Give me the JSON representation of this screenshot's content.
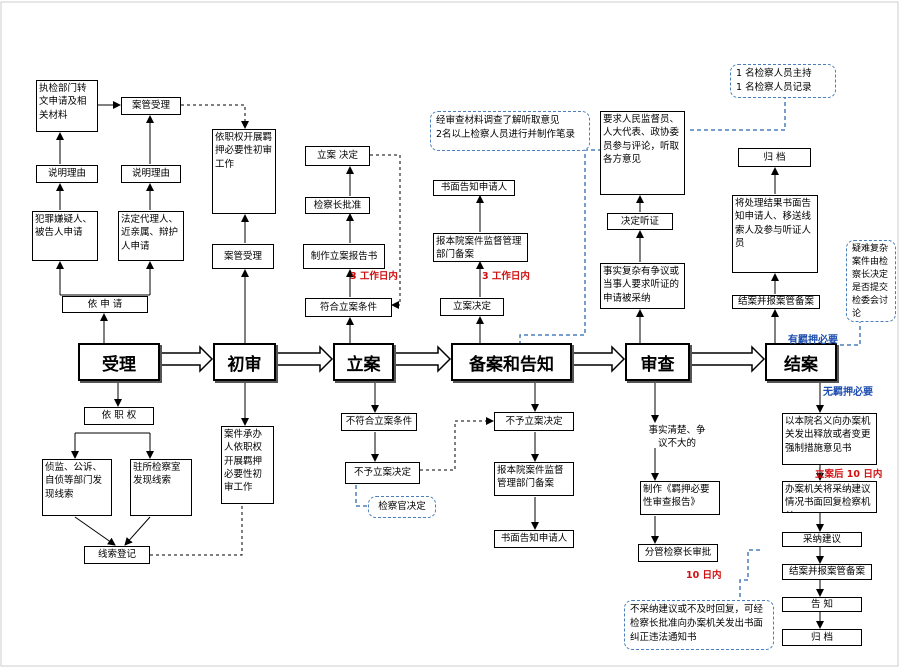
{
  "stages": [
    "受理",
    "初审",
    "立案",
    "备案和告知",
    "审查",
    "结案"
  ],
  "shouli": {
    "up_reqs": {
      "box1": "执检部门转文申请及相关材料",
      "box2": "案管受理",
      "box3": "说明理由",
      "box4": "说明理由",
      "box5": "犯罪嫌疑人、被告人申请",
      "box6": "法定代理人、近亲属、辩护人申请",
      "box7": "依 申 请"
    },
    "down": {
      "box1": "依 职 权",
      "box2": "侦监、公诉、自侦等部门发现线索",
      "box3": "驻所检察室发现线索",
      "box4": "线索登记"
    }
  },
  "chushen": {
    "up1": "依职权开展羁押必要性初审工作",
    "up2": "案管受理",
    "down1": "案件承办人依职权开展羁押必要性初审工作"
  },
  "lian": {
    "up1": "立案 决定",
    "up2": "检察长批准",
    "up3": "制作立案报告书",
    "up4": "符合立案条件",
    "red1": "3 工作日内",
    "down1": "不符合立案条件",
    "down2": "不予立案决定",
    "down3": "检察官决定"
  },
  "beian": {
    "dash_box": "经审查材料调查了解听取意见\n2名以上检察人员进行并制作笔录",
    "up1": "书面告知申请人",
    "up2": "报本院案件监督管理部门备案",
    "up3": "立案决定",
    "red1": "3 工作日内",
    "down1": "不予立案决定",
    "down2": "报本院案件监督管理部门备案",
    "down3": "书面告知申请人"
  },
  "shencha": {
    "up1": "要求人民监督员、人大代表、政协委员参与评论，听取各方意见",
    "up2": "决定听证",
    "up3": "事实复杂有争议或当事人要求听证的申请被采纳",
    "down1": "事实清楚、争议不大的",
    "down2": "制作《羁押必要性审查报告》",
    "down3": "分管检察长审批",
    "red1": "10 日内",
    "dash_box": "不采纳建议或不及时回复，可经检察长批准向办案机关发出书面纠正违法通知书"
  },
  "jiean": {
    "dash_top": "1 名检察人员主持\n1 名检察人员记录",
    "up1": "归    档",
    "up2": "将处理结果书面告知申请人、移送线索人及参与听证人员",
    "up3": "结案并报案管备案",
    "blue1": "有羁押必要",
    "blue2": "无羁押必要",
    "dash_side": "疑难复杂案件由检察长决定是否提交检委会讨论",
    "down1": "以本院名义向办案机关发出释放或者变更强制措施意见书",
    "red1": "立案后 10 日内",
    "down2": "办案机关将采纳建议情况书面回复检察机关",
    "down3": "采纳建议",
    "down4": "结案并报案管备案",
    "down5": "告    知",
    "down6": "归    档"
  }
}
